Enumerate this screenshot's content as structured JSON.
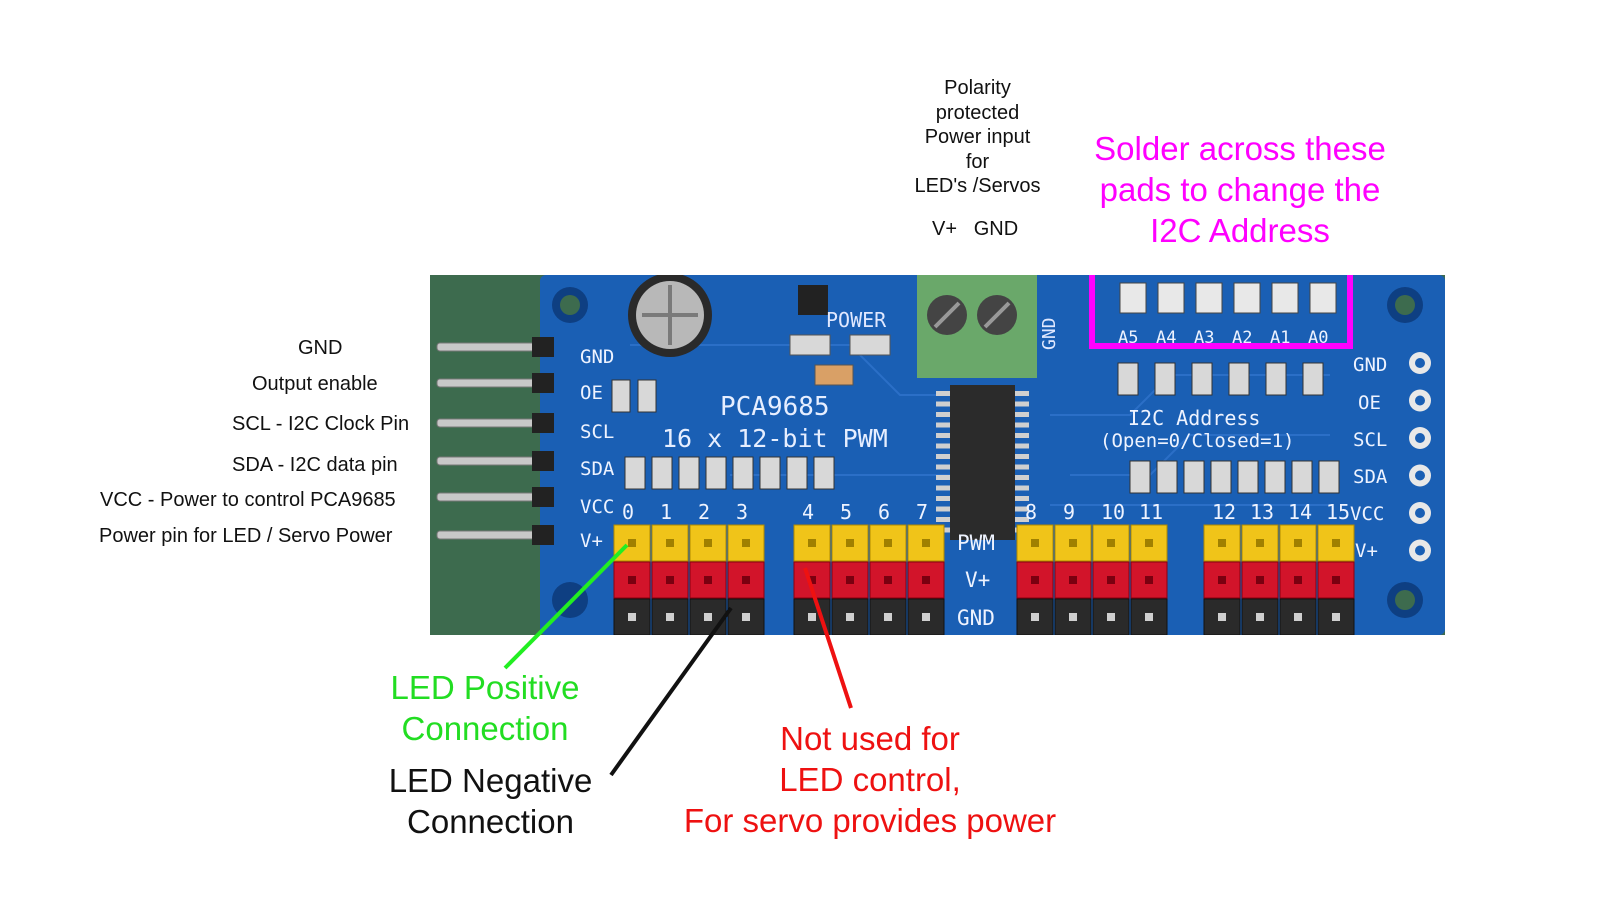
{
  "power_input": {
    "lines": [
      "Polarity",
      "protected",
      "Power input",
      "for",
      "LED's /Servos"
    ],
    "terminals": "V+   GND"
  },
  "address_callout": {
    "lines": [
      "Solder across these",
      "pads to change the",
      "I2C Address"
    ],
    "color": "#ff00ff"
  },
  "pin_labels": [
    "GND",
    "Output enable",
    "SCL - I2C Clock Pin",
    "SDA - I2C data pin",
    "VCC - Power to control PCA9685",
    "Power pin for LED / Servo Power"
  ],
  "board": {
    "chip_name": "PCA9685",
    "subtitle": "16 x 12-bit PWM",
    "power_silk": "POWER",
    "gnd_vertical": "GND",
    "left_pins": [
      "GND",
      "OE",
      "SCL",
      "SDA",
      "VCC",
      "V+"
    ],
    "right_pins": [
      "GND",
      "OE",
      "SCL",
      "SDA",
      "VCC",
      "V+"
    ],
    "address_pads": [
      "A5",
      "A4",
      "A3",
      "A2",
      "A1",
      "A0"
    ],
    "address_line1": "I2C Address",
    "address_line2": "(Open=0/Closed=1)",
    "row_labels": [
      "PWM",
      "V+",
      "GND"
    ],
    "channels": [
      "0",
      "1",
      "2",
      "3",
      "4",
      "5",
      "6",
      "7",
      "8",
      "9",
      "10",
      "11",
      "12",
      "13",
      "14",
      "15"
    ],
    "board_color": "#1a5fb4"
  },
  "callouts": {
    "led_positive": {
      "lines": [
        "LED Positive",
        "Connection"
      ],
      "color": "#22dd22"
    },
    "led_negative": {
      "lines": [
        "LED Negative",
        "Connection"
      ],
      "color": "#111111"
    },
    "not_used": {
      "lines": [
        "Not used for",
        "LED control,",
        "For servo provides power"
      ],
      "color": "#ee1111"
    }
  }
}
